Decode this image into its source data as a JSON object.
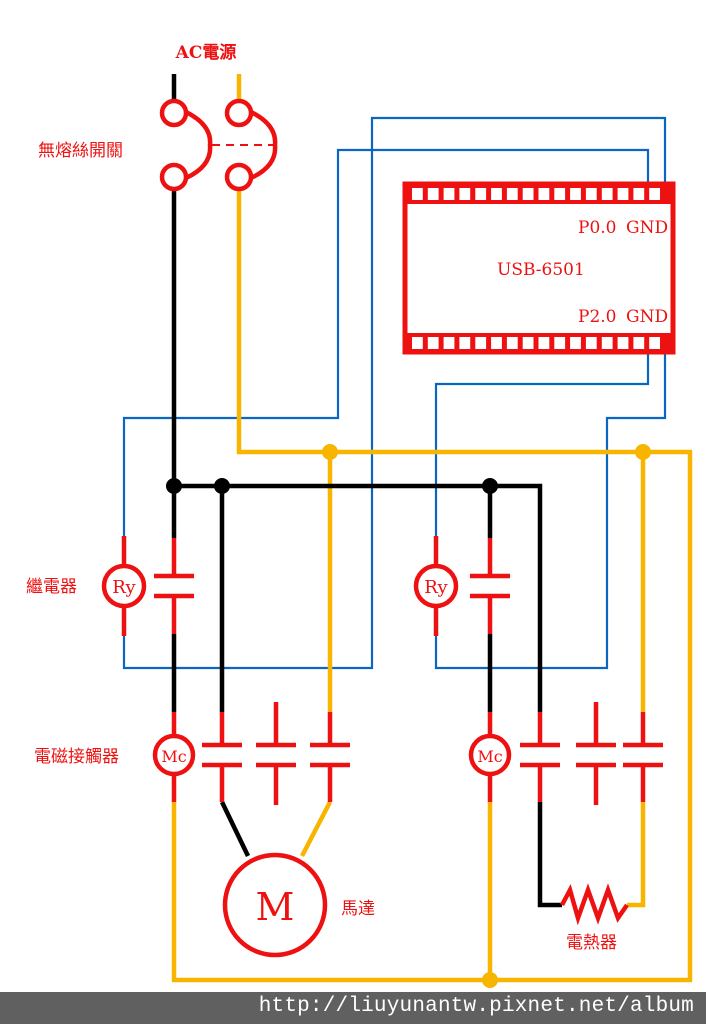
{
  "title": "USB-6501 relay / magnetic contactor control circuit",
  "colors": {
    "component": "#ee1111",
    "line_black": "#000000",
    "line_yellow": "#f7b500",
    "line_blue": "#0a66c2",
    "footer_bg": "#606060",
    "footer_text": "#ffffff"
  },
  "labels": {
    "ac_power": "AC電源",
    "breaker": "無熔絲開關",
    "relay": "繼電器",
    "contactor": "電磁接觸器",
    "motor": "馬達",
    "heater": "電熱器"
  },
  "usb_device": {
    "name": "USB-6501",
    "top_pins": [
      "P0.0",
      "GND"
    ],
    "bottom_pins": [
      "P2.0",
      "GND"
    ],
    "pin_count_per_row": 16
  },
  "symbols": {
    "relay_coil": "Ry",
    "contactor_coil": "Mc",
    "motor": "M"
  },
  "footer": {
    "watermark": "http://liuyunantw.pixnet.net/album"
  }
}
